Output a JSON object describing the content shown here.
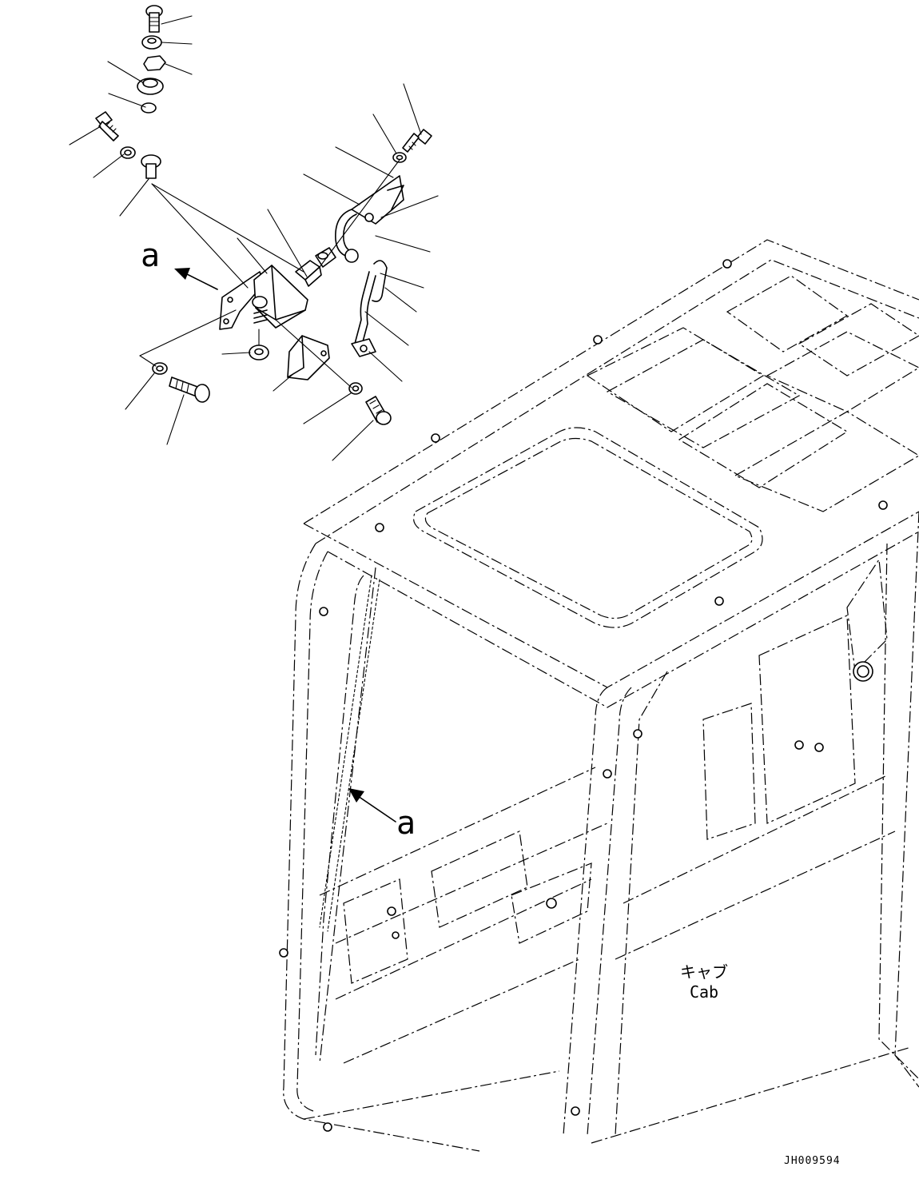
{
  "labels": {
    "view_marker_top": "a",
    "view_marker_cab": "a",
    "cab_jp": "キャブ",
    "cab_en": "Cab",
    "drawing_id": "JH009594"
  },
  "icons": {
    "arrow": "leader-arrow",
    "parts": [
      "bolt",
      "washer",
      "nut",
      "grommet",
      "bracket",
      "switch",
      "harness",
      "cover"
    ]
  },
  "colors": {
    "ink": "#000000",
    "paper": "#ffffff"
  }
}
